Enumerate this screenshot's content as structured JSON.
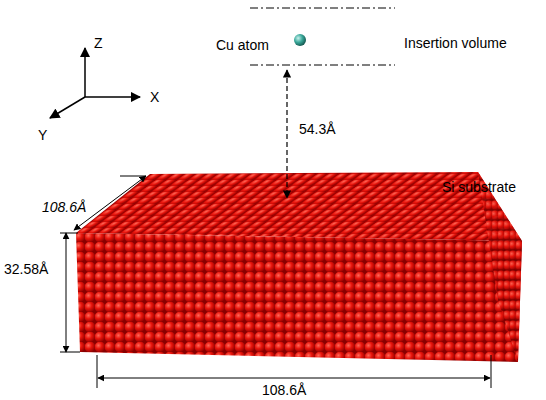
{
  "diagram": {
    "labels": [
      "Z",
      "X",
      "Y",
      "Cu atom",
      "Insertion volume",
      "54.3Å",
      "Si substrate",
      "108.6Å",
      "32.58Å",
      "108.6Å"
    ]
  }
}
